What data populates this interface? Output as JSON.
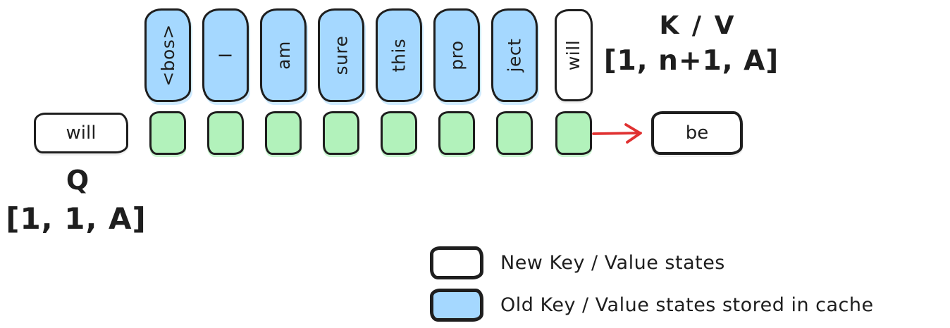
{
  "colors": {
    "stroke": "#1e1e1e",
    "cached_fill": "#a5d8ff",
    "new_fill": "#ffffff",
    "attention_fill": "#b2f2bb",
    "arrow": "#e03131"
  },
  "kv_row": {
    "cached_tokens": [
      "<bos>",
      "I",
      "am",
      "sure",
      "this",
      "pro",
      "ject"
    ],
    "new_token": "will",
    "title": "K / V",
    "shape": "[1, n+1, A]"
  },
  "q_row": {
    "query_token": "will",
    "title": "Q",
    "shape": "[1, 1, A]",
    "attention_cells": 8,
    "output_token": "be"
  },
  "legend": {
    "items": [
      {
        "swatch": "new",
        "label": "New Key / Value states"
      },
      {
        "swatch": "cached",
        "label": "Old Key / Value states stored in cache"
      }
    ]
  }
}
